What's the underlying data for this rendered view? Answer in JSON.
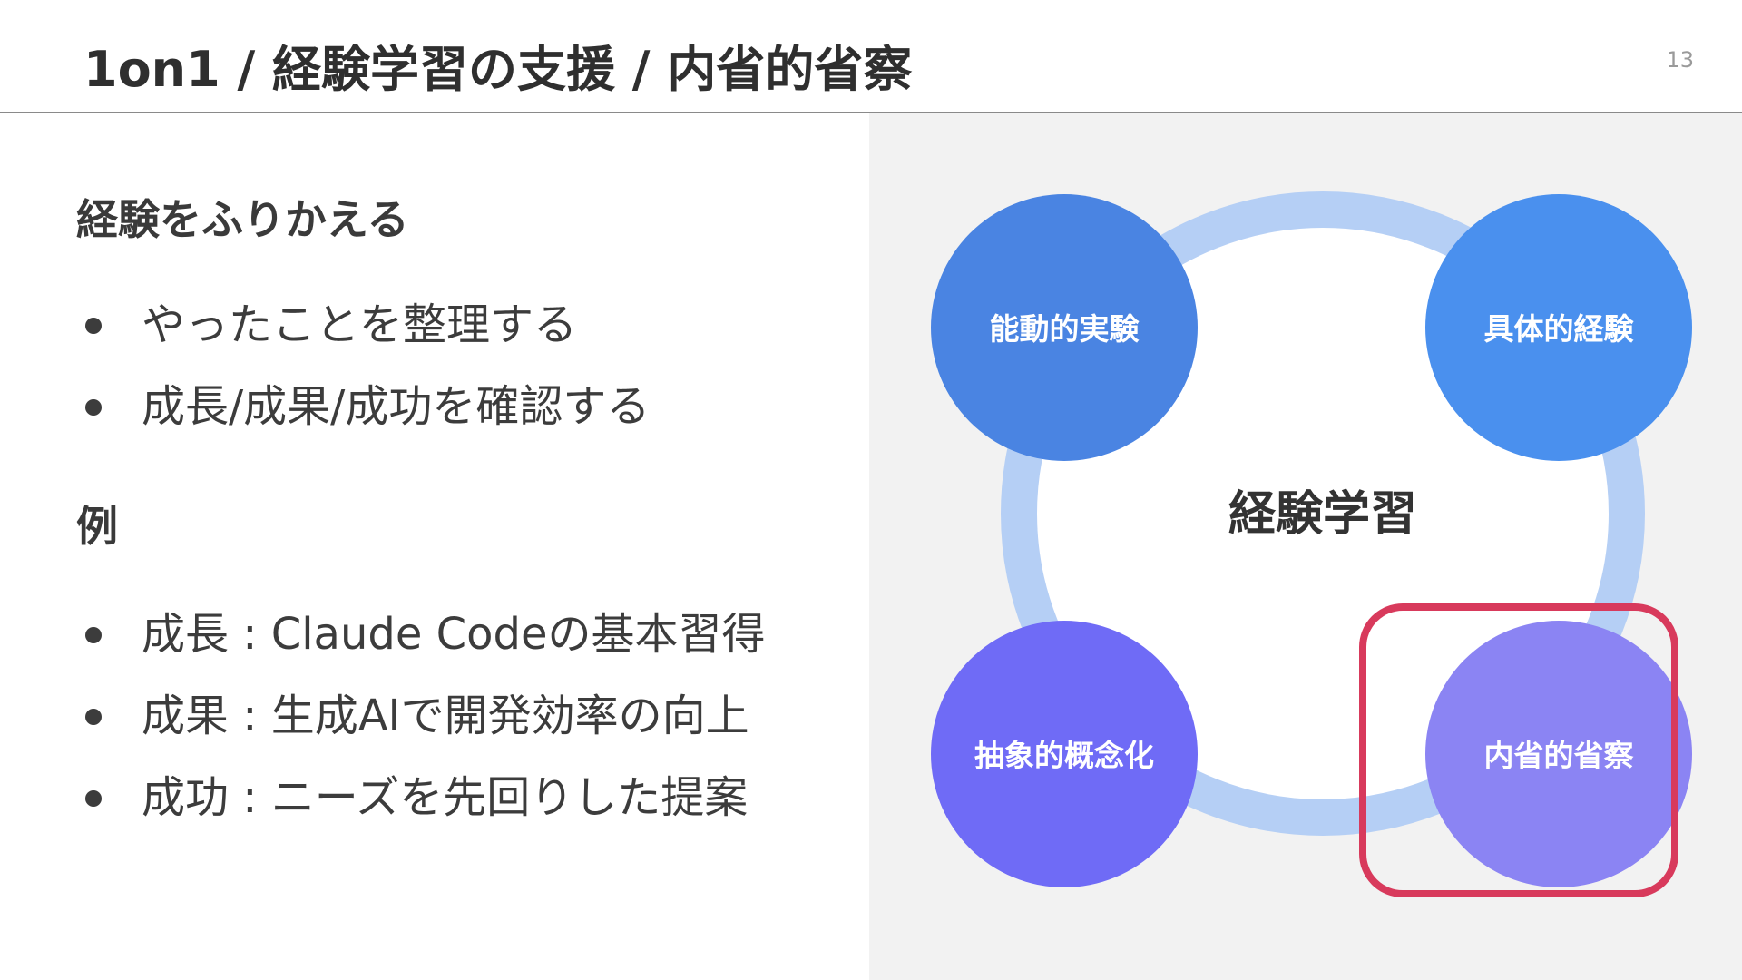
{
  "header": {
    "title": "1on1 / 経験学習の支援 / 内省的省察",
    "page_number": "13"
  },
  "left": {
    "heading_1": "経験をふりかえる",
    "list_1": [
      "やったことを整理する",
      "成長/成果/成功を確認する"
    ],
    "heading_2": "例",
    "list_2": [
      "成長 : Claude Codeの基本習得",
      "成果 : 生成AIで開発効率の向上",
      "成功 : ニーズを先回りした提案"
    ]
  },
  "diagram": {
    "center_label": "経験学習",
    "nodes": {
      "active_experimentation": "能動的実験",
      "concrete_experience": "具体的経験",
      "abstract_conceptualization": "抽象的概念化",
      "reflective_observation": "内省的省察"
    },
    "colors": {
      "ring": "#b5cff5",
      "active_experimentation": "#4a84e2",
      "concrete_experience": "#4a90ee",
      "abstract_conceptualization": "#6f6bf6",
      "reflective_observation": "#8b84f3",
      "highlight": "#d83a5c"
    },
    "highlighted_node": "reflective_observation"
  }
}
